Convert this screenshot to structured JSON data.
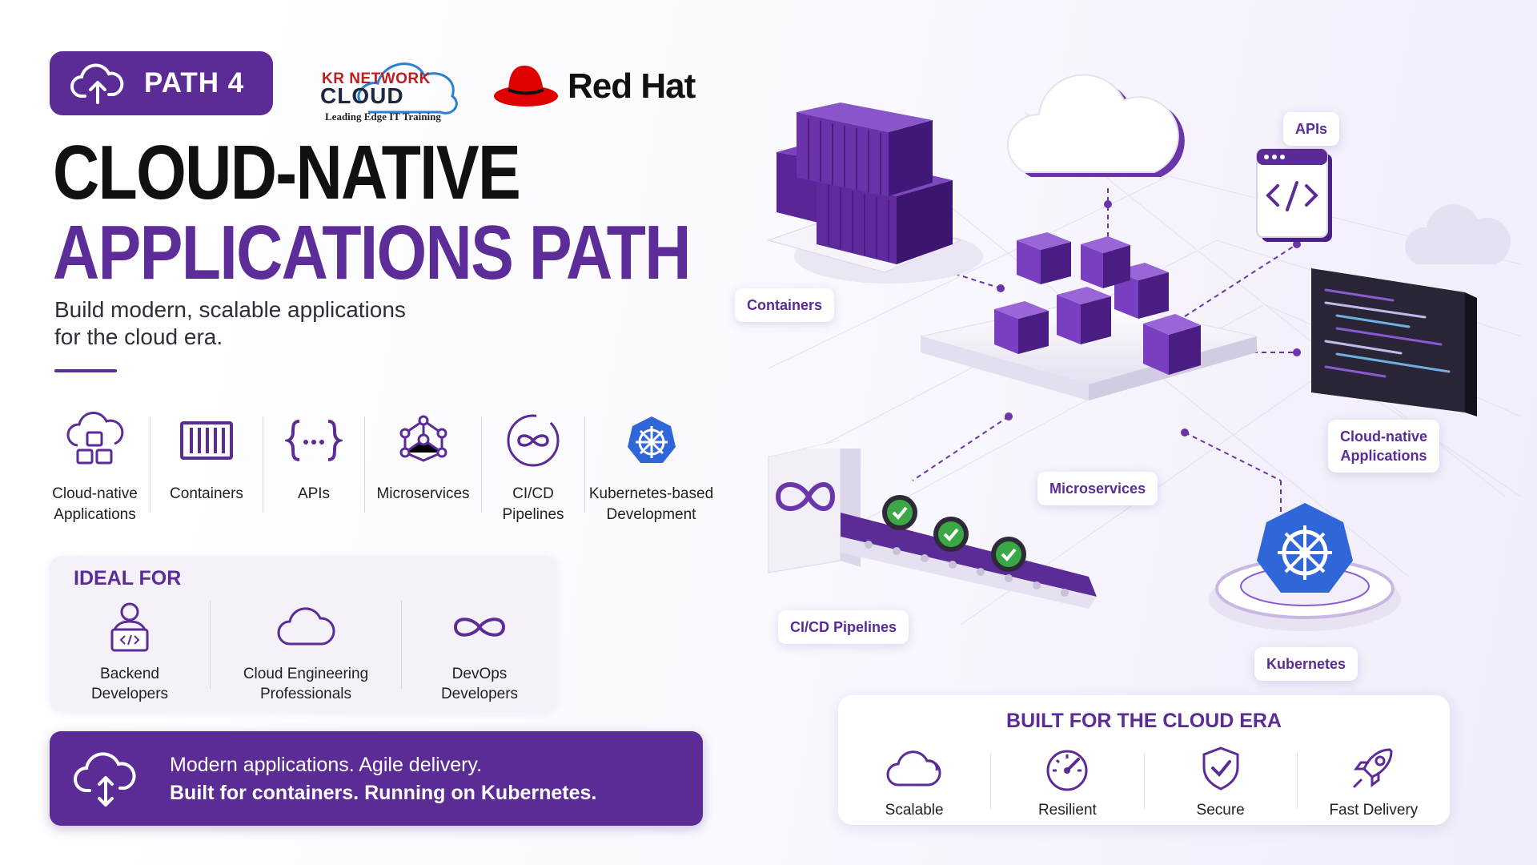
{
  "header": {
    "path_label": "PATH 4",
    "kr_logo": {
      "line1": "KR NETWORK",
      "line2": "CLOUD",
      "tagline": "Leading Edge IT Training"
    },
    "redhat_logo": "Red Hat"
  },
  "title": {
    "line1": "CLOUD-NATIVE",
    "line2": "APPLICATIONS PATH"
  },
  "subtitle": {
    "line1": "Build modern, scalable applications",
    "line2": "for the cloud era."
  },
  "features": [
    {
      "icon": "cloud-cubes-icon",
      "line1": "Cloud-native",
      "line2": "Applications"
    },
    {
      "icon": "container-icon",
      "line1": "Containers",
      "line2": ""
    },
    {
      "icon": "braces-icon",
      "line1": "APIs",
      "line2": ""
    },
    {
      "icon": "network-nodes-icon",
      "line1": "Microservices",
      "line2": ""
    },
    {
      "icon": "infinity-cycle-icon",
      "line1": "CI/CD",
      "line2": "Pipelines"
    },
    {
      "icon": "kubernetes-helm-icon",
      "line1": "Kubernetes-based",
      "line2": "Development"
    }
  ],
  "ideal_for": {
    "heading": "IDEAL FOR",
    "items": [
      {
        "icon": "developer-laptop-icon",
        "line1": "Backend",
        "line2": "Developers"
      },
      {
        "icon": "cloud-outline-icon",
        "line1": "Cloud Engineering",
        "line2": "Professionals"
      },
      {
        "icon": "infinity-icon",
        "line1": "DevOps",
        "line2": "Developers"
      }
    ]
  },
  "banner": {
    "line1": "Modern applications. Agile delivery.",
    "line2": "Built for containers. Running on Kubernetes."
  },
  "diagram_labels": {
    "containers": "Containers",
    "apis": "APIs",
    "cloud_native_1": "Cloud-native",
    "cloud_native_2": "Applications",
    "microservices": "Microservices",
    "cicd": "CI/CD Pipelines",
    "kubernetes": "Kubernetes"
  },
  "built_for": {
    "heading": "BUILT FOR THE CLOUD ERA",
    "items": [
      {
        "icon": "cloud-icon",
        "label": "Scalable"
      },
      {
        "icon": "gauge-icon",
        "label": "Resilient"
      },
      {
        "icon": "shield-check-icon",
        "label": "Secure"
      },
      {
        "icon": "rocket-icon",
        "label": "Fast Delivery"
      }
    ]
  },
  "colors": {
    "brand_purple": "#5b2b96",
    "kubernetes_blue": "#2f66d8",
    "redhat_red": "#e00000",
    "check_green": "#3aa845"
  }
}
